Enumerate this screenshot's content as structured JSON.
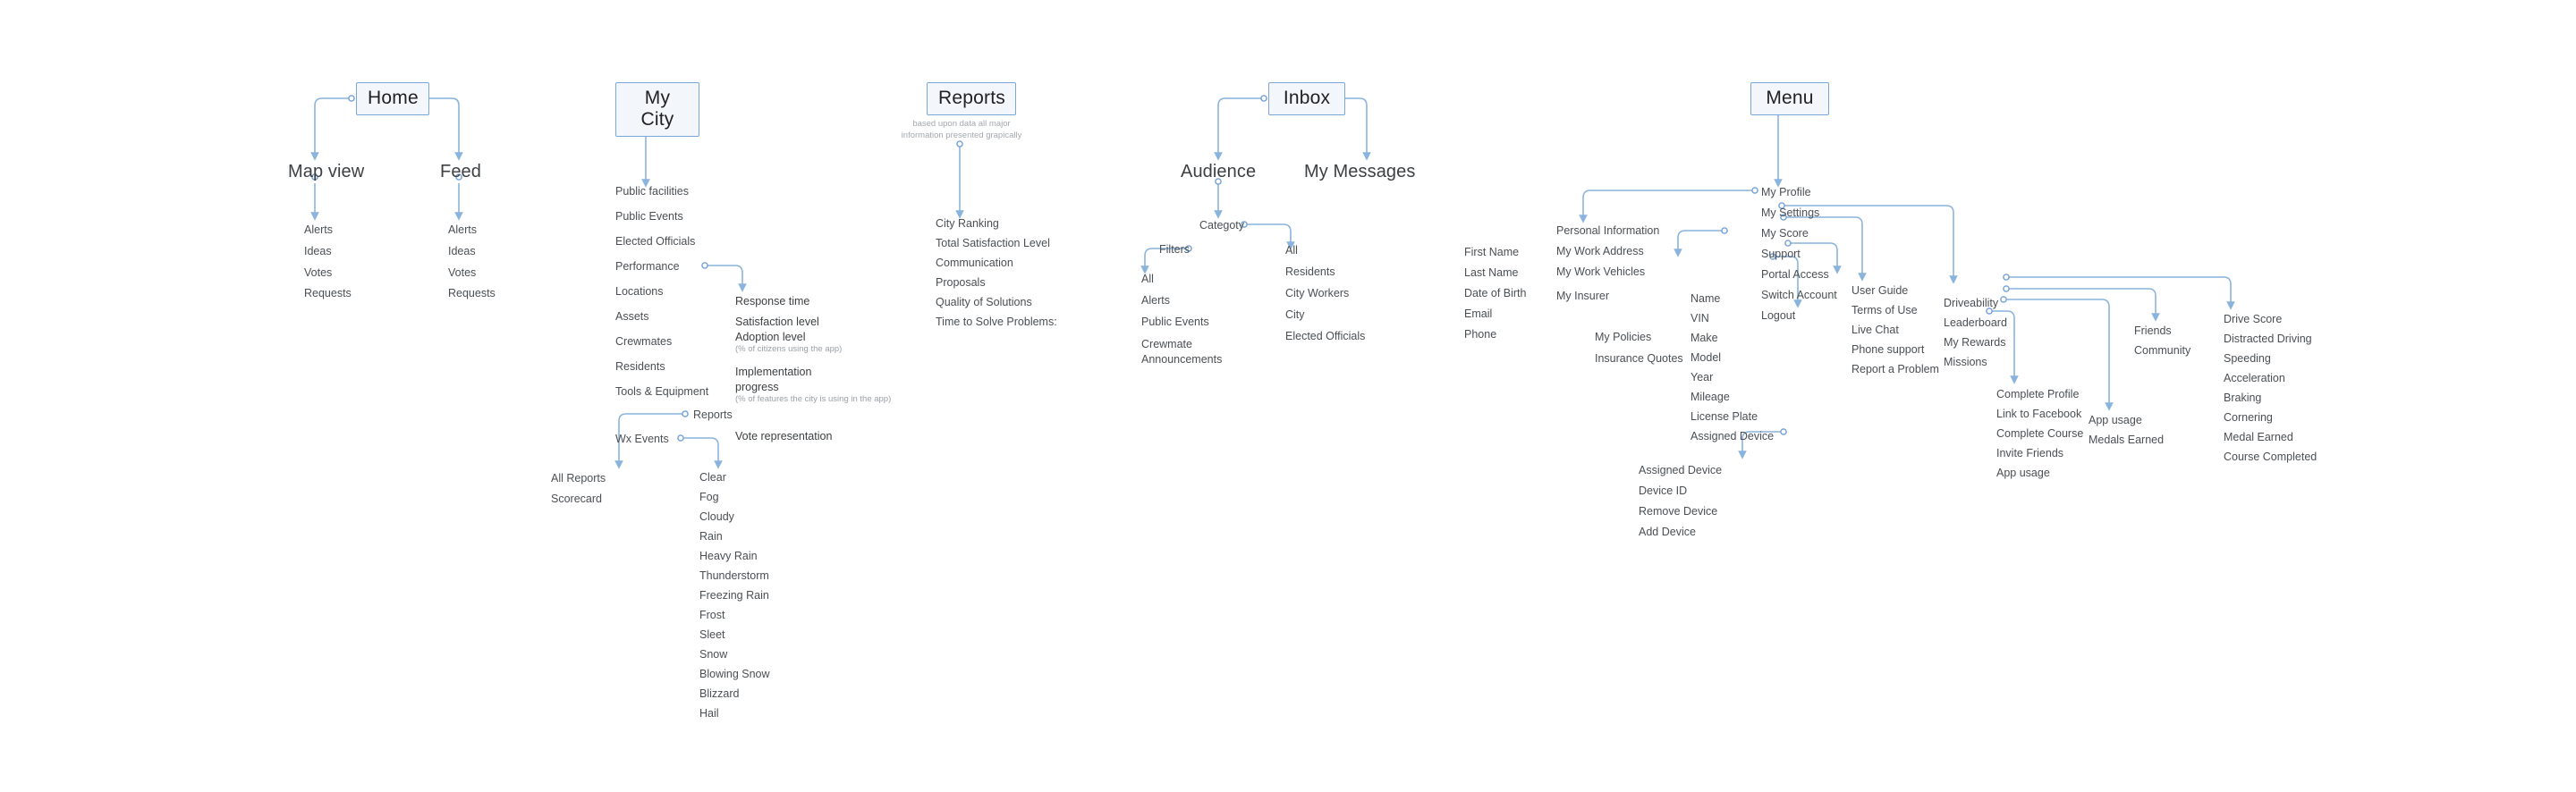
{
  "meta": {
    "accent": "#7aa7d9",
    "wire_color": "#8ab4dd",
    "text_color": "#3c4043",
    "muted_color": "#9aa0a6",
    "box_fill": "#f3f6fb",
    "background": "#ffffff"
  },
  "sections": {
    "home": {
      "title": "Home",
      "children": [
        {
          "label": "Map view",
          "items": [
            "Alerts",
            "Ideas",
            "Votes",
            "Requests"
          ]
        },
        {
          "label": "Feed",
          "items": [
            "Alerts",
            "Ideas",
            "Votes",
            "Requests"
          ]
        }
      ]
    },
    "my_city": {
      "title": "My City",
      "items": [
        "Public facilities",
        "Public Events",
        "Elected Officials",
        "Performance",
        "Locations",
        "Assets",
        "Crewmates",
        "Residents",
        "Tools & Equipment",
        "Reports",
        "Wx Events"
      ],
      "performance": {
        "parent": "Performance",
        "items": [
          {
            "label": "Response time",
            "note": ""
          },
          {
            "label": "Satisfaction level",
            "note": ""
          },
          {
            "label": "Adoption level",
            "note": "(% of citizens using the app)"
          },
          {
            "label": "Implementation progress",
            "note": "(% of features the city is using in the app)"
          },
          {
            "label": "Vote representation",
            "note": ""
          }
        ]
      },
      "reports": {
        "parent": "Reports",
        "items": [
          "All Reports",
          "Scorecard"
        ]
      },
      "wx_events": {
        "parent": "Wx Events",
        "items": [
          "Clear",
          "Fog",
          "Cloudy",
          "Rain",
          "Heavy Rain",
          "Thunderstorm",
          "Freezing Rain",
          "Frost",
          "Sleet",
          "Snow",
          "Blowing Snow",
          "Blizzard",
          "Hail"
        ]
      }
    },
    "reports": {
      "title": "Reports",
      "caption": "based upon data all major information presented grapically",
      "items": [
        "City Ranking",
        "Total Satisfaction Level",
        "Communication",
        "Proposals",
        "Quality of Solutions",
        "Time to Solve Problems:"
      ]
    },
    "inbox": {
      "title": "Inbox",
      "children": [
        {
          "label": "Audience"
        },
        {
          "label": "My Messages"
        }
      ],
      "category": {
        "label": "Categoty",
        "items": [
          "All",
          "Residents",
          "City Workers",
          "City",
          "Elected Officials"
        ]
      },
      "filters": {
        "label": "Filters",
        "items": [
          "All",
          "Alerts",
          "Public Events",
          "Crewmate Announcements"
        ]
      }
    },
    "menu": {
      "title": "Menu",
      "items": [
        "My Profile",
        "My Settings",
        "My Score",
        "Support",
        "Portal Access",
        "Switch Account",
        "Logout"
      ],
      "profile": {
        "parent": "My Profile",
        "items": [
          "Personal Information",
          "My Work Address",
          "My Work Vehicles",
          "My Insurer"
        ]
      },
      "personal_information": {
        "parent": "Personal Information",
        "items": [
          "First Name",
          "Last Name",
          "Date of Birth",
          "Email",
          "Phone"
        ]
      },
      "insurer": {
        "parent": "My Insurer",
        "items": [
          "My Policies",
          "Insurance Quotes"
        ]
      },
      "work_vehicles": {
        "parent": "My Work Vehicles",
        "items": [
          "Name",
          "VIN",
          "Make",
          "Model",
          "Year",
          "Mileage",
          "License Plate",
          "Assigned Device"
        ]
      },
      "assigned_device": {
        "parent": "Assigned Device",
        "items": [
          "Assigned Device",
          "Device ID",
          "Remove Device",
          "Add Device"
        ]
      },
      "support": {
        "parent": "Support",
        "items": [
          "User Guide",
          "Terms of Use",
          "Live Chat",
          "Phone support",
          "Report a Problem"
        ]
      },
      "my_score": {
        "parent": "My Score",
        "items": [
          "Driveability",
          "Leaderboard",
          "My Rewards",
          "Missions"
        ]
      },
      "driveability": {
        "parent": "Driveability",
        "items": [
          "Drive Score",
          "Distracted Driving",
          "Speeding",
          "Acceleration",
          "Braking",
          "Cornering",
          "Medal Earned",
          "Course Completed"
        ]
      },
      "leaderboard": {
        "parent": "Leaderboard",
        "items": [
          "Friends",
          "Community"
        ]
      },
      "my_rewards": {
        "parent": "My Rewards",
        "items": [
          "App usage",
          "Medals Earned"
        ]
      },
      "missions": {
        "parent": "Missions",
        "items": [
          "Complete Profile",
          "Link to Facebook",
          "Complete Course",
          "Invite Friends",
          "App usage"
        ]
      }
    }
  }
}
